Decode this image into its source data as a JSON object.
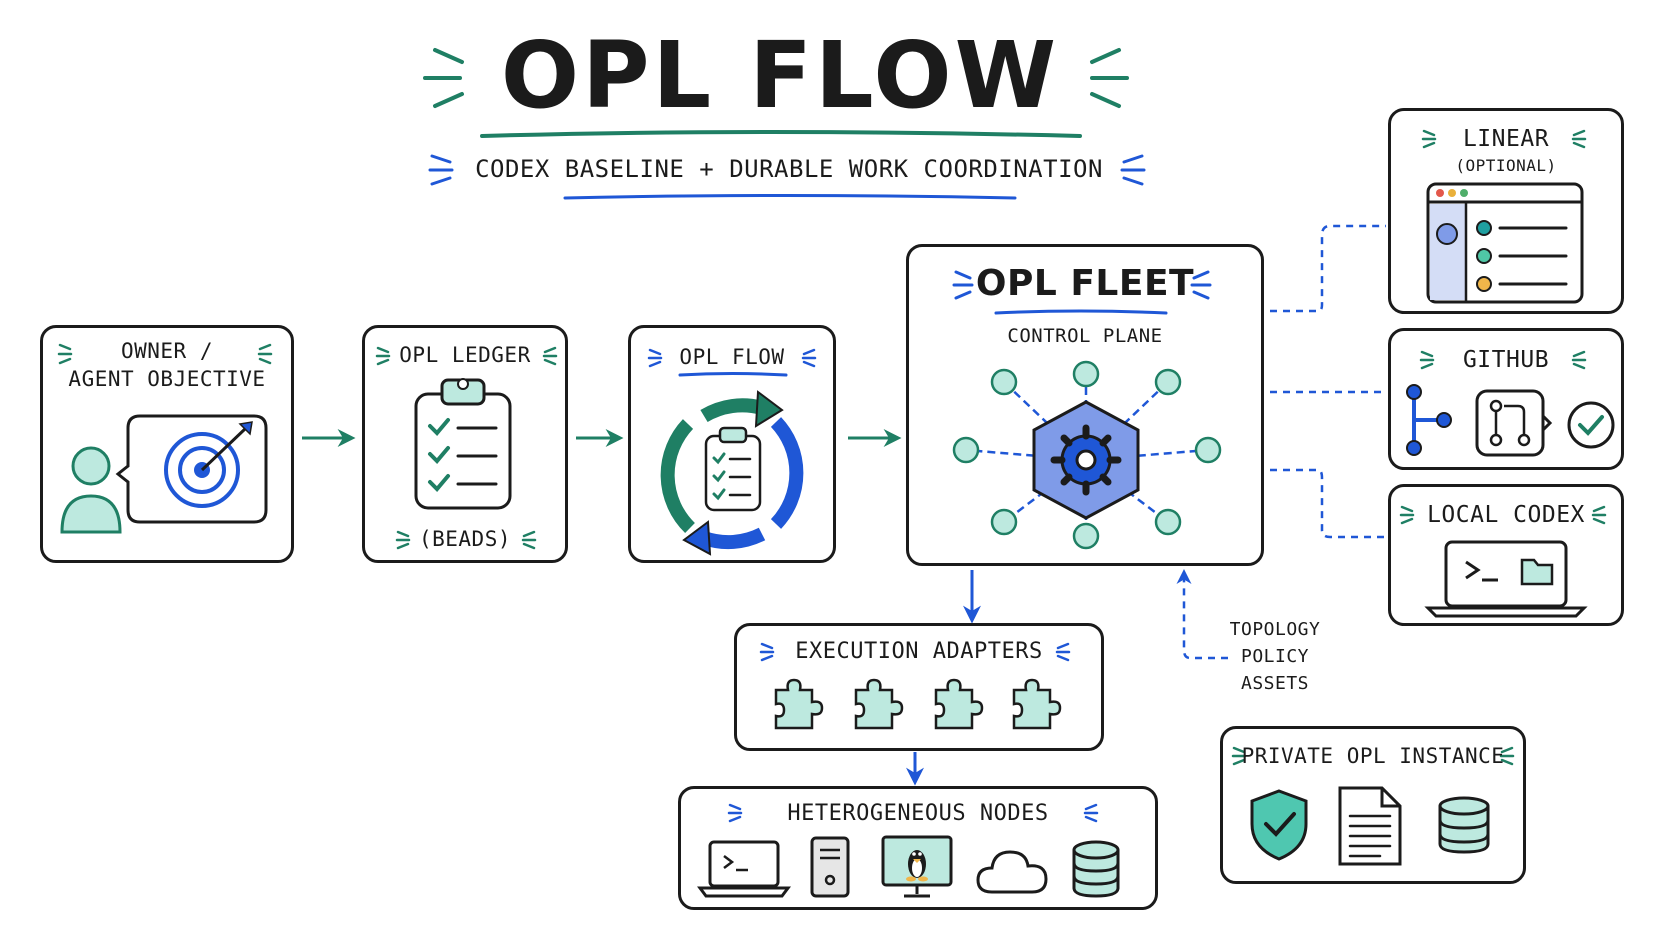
{
  "header": {
    "title": "OPL FLOW",
    "subtitle": "CODEX BASELINE + DURABLE WORK COORDINATION"
  },
  "nodes": {
    "owner": {
      "line1": "OWNER /",
      "line2": "AGENT OBJECTIVE"
    },
    "ledger": {
      "title": "OPL LEDGER",
      "caption": "(BEADS)"
    },
    "flow": {
      "title": "OPL FLOW"
    },
    "fleet": {
      "title": "OPL FLEET",
      "subtitle": "CONTROL PLANE"
    },
    "linear": {
      "title": "LINEAR",
      "subtitle": "(OPTIONAL)"
    },
    "github": {
      "title": "GITHUB"
    },
    "local_codex": {
      "title": "LOCAL CODEX"
    },
    "execution": {
      "title": "EXECUTION ADAPTERS"
    },
    "hetero": {
      "title": "HETEROGENEOUS NODES"
    },
    "private": {
      "title": "PRIVATE OPL INSTANCE"
    }
  },
  "feedback": {
    "lines": [
      "TOPOLOGY",
      "POLICY",
      "ASSETS"
    ]
  },
  "colors": {
    "teal": "#1f7f64",
    "blue": "#1f57d6",
    "mint": "#bde9df",
    "lavender": "#7f9be8",
    "ink": "#1b1b1b"
  }
}
